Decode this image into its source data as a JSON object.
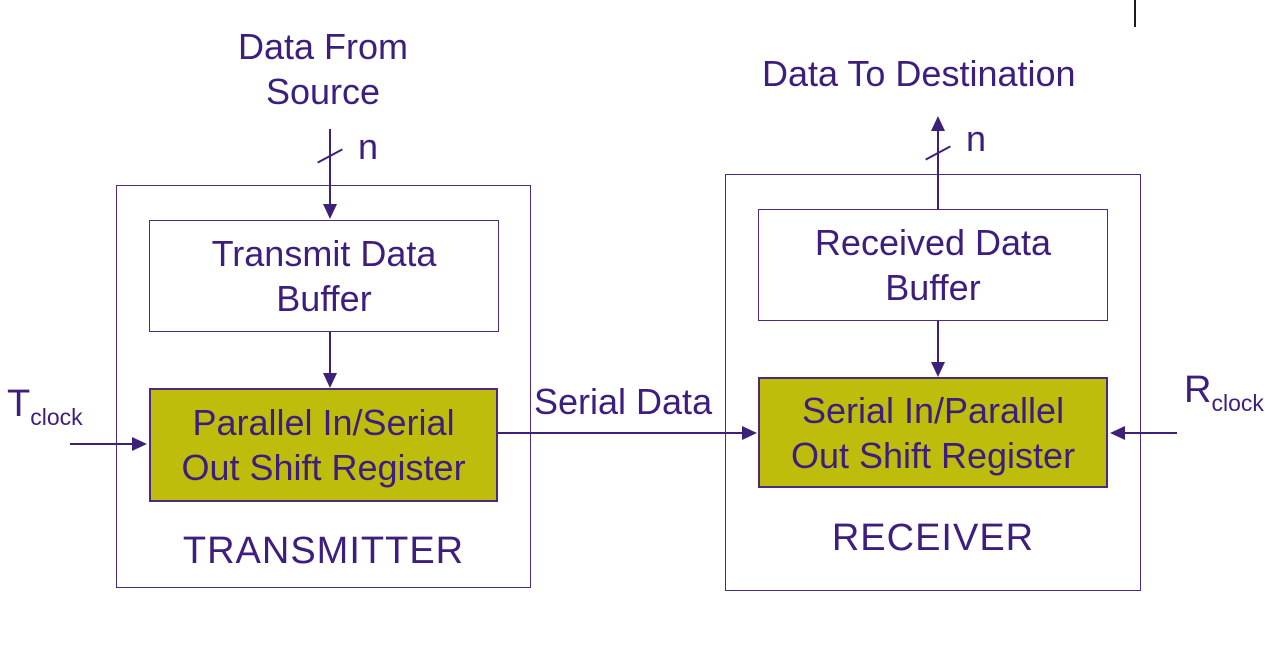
{
  "colors": {
    "text": "#3d1e7e",
    "box_border": "#4b2a7f",
    "line": "#3d2078",
    "register_fill": "#bebd0b",
    "corner_mark": "#1c1c1c"
  },
  "transmitter": {
    "source_label_line1": "Data From",
    "source_label_line2": "Source",
    "bus_width_label": "n",
    "buffer_line1": "Transmit Data",
    "buffer_line2": "Buffer",
    "register_line1": "Parallel In/Serial",
    "register_line2": "Out Shift Register",
    "block_label": "TRANSMITTER",
    "clock_main": "T",
    "clock_sub": "clock"
  },
  "link": {
    "serial_label": "Serial Data"
  },
  "receiver": {
    "destination_label": "Data To Destination",
    "bus_width_label": "n",
    "buffer_line1": "Received Data",
    "buffer_line2": "Buffer",
    "register_line1": "Serial In/Parallel",
    "register_line2": "Out Shift Register",
    "block_label": "RECEIVER",
    "clock_main": "R",
    "clock_sub": "clock"
  }
}
